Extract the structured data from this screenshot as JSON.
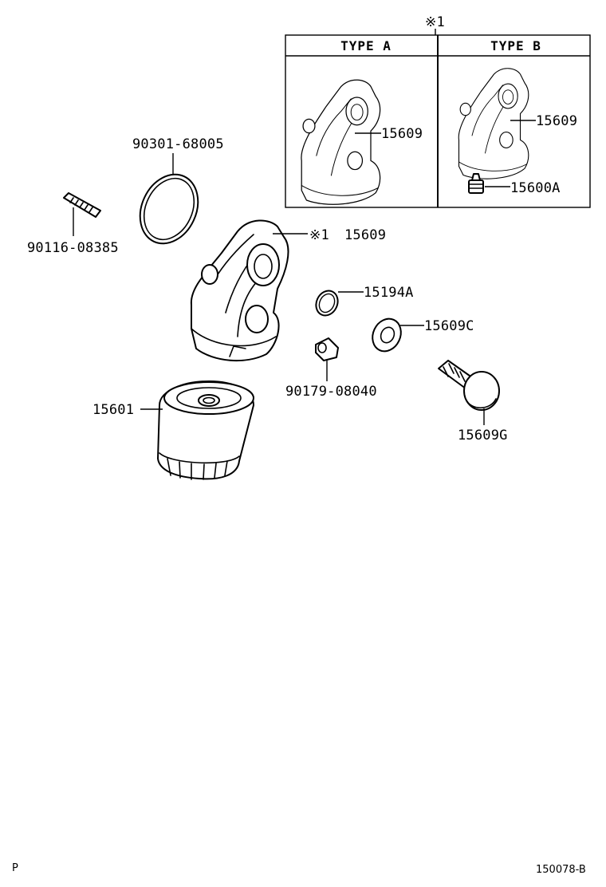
{
  "inset": {
    "marker": "※1",
    "type_a": {
      "header": "TYPE A",
      "part_label": "15609"
    },
    "type_b": {
      "header": "TYPE B",
      "part_label": "15609",
      "plug_label": "15600A"
    }
  },
  "parts": {
    "o_ring_large": "90301-68005",
    "stud_bolt": "90116-08385",
    "bracket_marker": "※1",
    "bracket": "15609",
    "o_ring_small": "15194A",
    "gasket": "15609C",
    "union": "90179-08040",
    "oil_filter": "15601",
    "relief_bolt": "15609G"
  },
  "footer": {
    "left_code": "P",
    "diagram_id": "150078-B"
  }
}
